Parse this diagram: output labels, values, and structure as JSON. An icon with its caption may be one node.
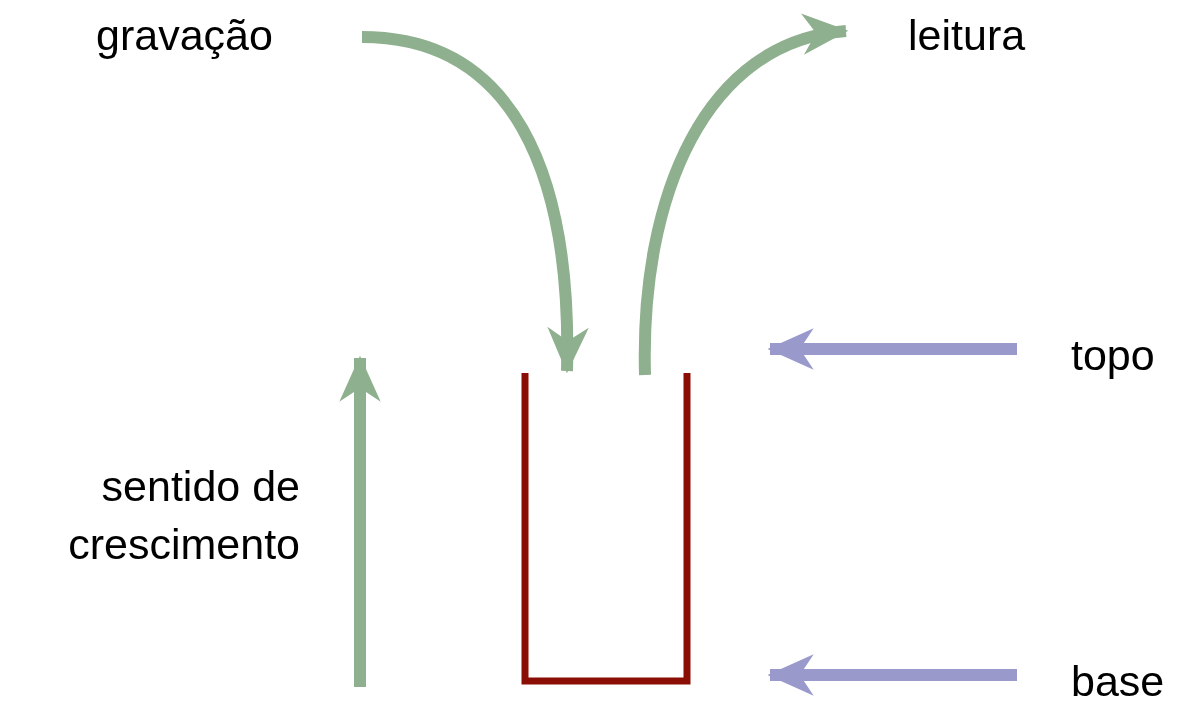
{
  "diagram": {
    "nodes": [
      {
        "text": [
          "gravação"
        ]
      },
      {
        "text": [
          "leitura"
        ]
      },
      {
        "text": [],
        "shape": "box"
      },
      {
        "text": [
          "topo"
        ]
      },
      {
        "text": [
          "base"
        ]
      }
    ],
    "edges": [
      {
        "from": 0,
        "to": 2,
        "arrow": "to"
      },
      {
        "from": 2,
        "to": 1,
        "arrow": "to"
      },
      {
        "from": 3,
        "to": null,
        "arrow": "to",
        "color": "#9999cc"
      },
      {
        "from": 4,
        "to": null,
        "arrow": "to",
        "color": "#9999cc"
      }
    ],
    "labels": [
      "sentido de crescimento"
    ]
  }
}
